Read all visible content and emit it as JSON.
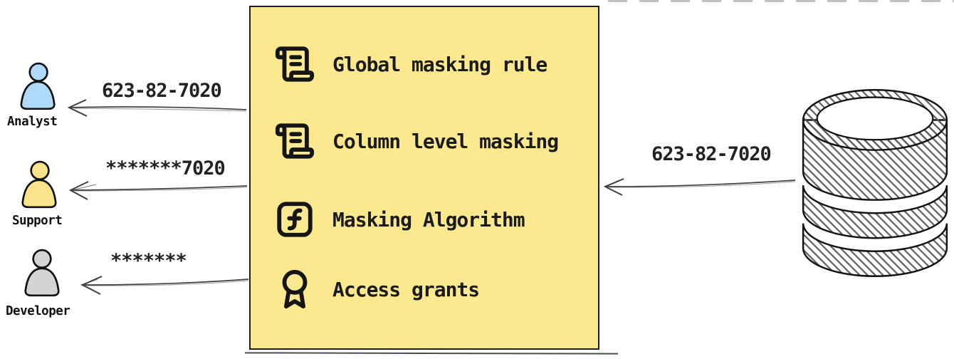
{
  "diagram": {
    "consumers": [
      {
        "name": "Analyst",
        "received_value": "623-82-7020",
        "icon": "person-icon",
        "color": "#aed9f8"
      },
      {
        "name": "Support",
        "received_value": "*******7020",
        "icon": "person-icon",
        "color": "#fae38a"
      },
      {
        "name": "Developer",
        "received_value": "*******",
        "icon": "person-icon",
        "color": "#d4d4d4"
      }
    ],
    "masking_panel": {
      "fill_color": "#fce88f",
      "border_color": "#1e1e1e",
      "items": [
        {
          "icon": "scroll-icon",
          "label": "Global masking rule"
        },
        {
          "icon": "scroll-icon",
          "label": "Column level masking"
        },
        {
          "icon": "function-icon",
          "label": "Masking Algorithm"
        },
        {
          "icon": "award-icon",
          "label": "Access grants"
        }
      ]
    },
    "source": {
      "icon": "database-icon",
      "output_value": "623-82-7020"
    }
  }
}
